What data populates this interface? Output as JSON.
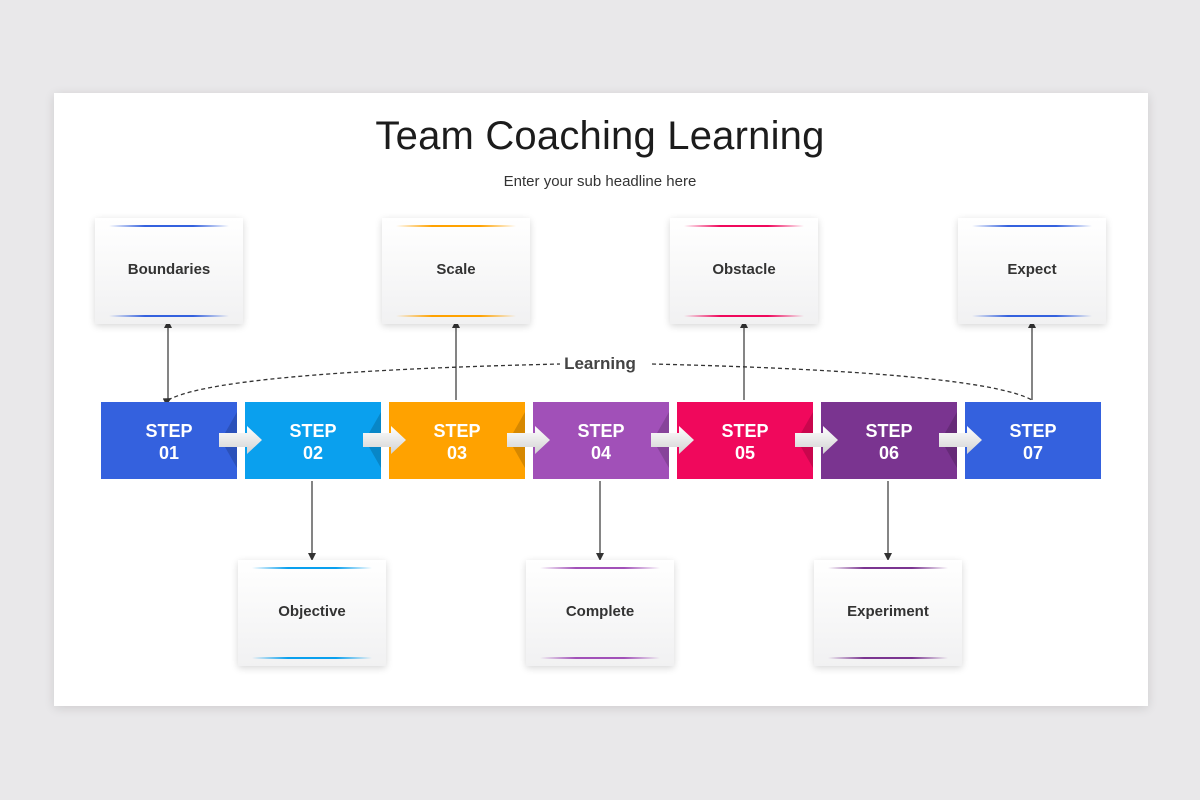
{
  "title": "Team Coaching Learning",
  "subtitle": "Enter your sub headline here",
  "learning_label": "Learning",
  "steps": [
    {
      "word": "STEP",
      "num": "01",
      "color": "#3461de"
    },
    {
      "word": "STEP",
      "num": "02",
      "color": "#0aa0ee"
    },
    {
      "word": "STEP",
      "num": "03",
      "color": "#ffa200"
    },
    {
      "word": "STEP",
      "num": "04",
      "color": "#a150b8"
    },
    {
      "word": "STEP",
      "num": "05",
      "color": "#f0085c"
    },
    {
      "word": "STEP",
      "num": "06",
      "color": "#7a3490"
    },
    {
      "word": "STEP",
      "num": "07",
      "color": "#3461de"
    }
  ],
  "top_cards": [
    {
      "label": "Boundaries",
      "accent": "#3461de"
    },
    {
      "label": "Scale",
      "accent": "#ffa200"
    },
    {
      "label": "Obstacle",
      "accent": "#f0085c"
    },
    {
      "label": "Expect",
      "accent": "#3461de"
    }
  ],
  "bottom_cards": [
    {
      "label": "Objective",
      "accent": "#0aa0ee"
    },
    {
      "label": "Complete",
      "accent": "#a150b8"
    },
    {
      "label": "Experiment",
      "accent": "#7a3490"
    }
  ]
}
